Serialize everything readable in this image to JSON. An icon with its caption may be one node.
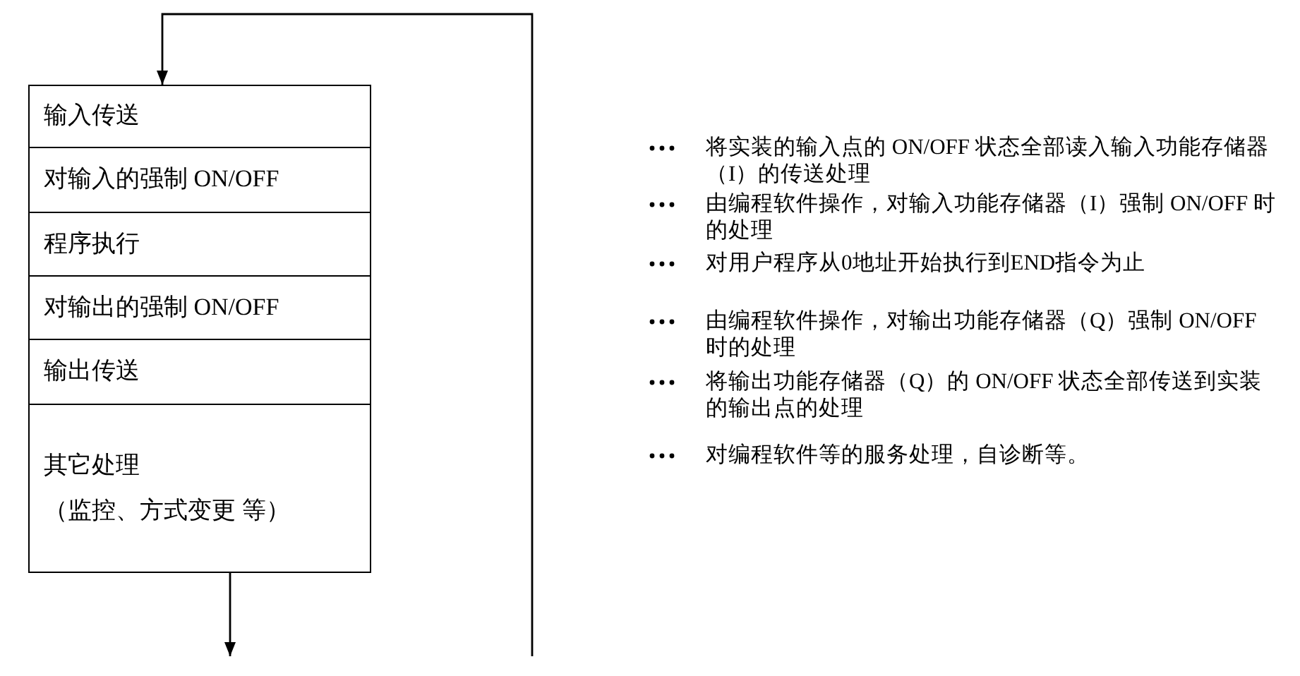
{
  "diagram": {
    "nodes": [
      {
        "text": [
          "输入传送"
        ]
      },
      {
        "text": [
          "对输入的强制 ON/OFF"
        ]
      },
      {
        "text": [
          "程序执行"
        ]
      },
      {
        "text": [
          "对输出的强制 ON/OFF"
        ]
      },
      {
        "text": [
          "输出传送"
        ]
      },
      {
        "text": [
          "其它处理",
          "（监控、方式变更 等）"
        ]
      }
    ],
    "edges": [
      {
        "from": null,
        "to": 0,
        "arrow": "to"
      },
      {
        "from": 5,
        "to": null,
        "arrow": "to"
      }
    ],
    "labels": [
      "将实装的输入点的 ON/OFF 状态全部读入输入功能存储器（I）的传送处理",
      "由编程软件操作，对输入功能存储器（I）强制 ON/OFF 时的处理",
      "对用户程序从0地址开始执行到END指令为止",
      "由编程软件操作，对输出功能存储器（Q）强制 ON/OFF 时的处理",
      "将输出功能存储器（Q）的 ON/OFF 状态全部传送到实装的输出点的处理",
      "对编程软件等的服务处理，自诊断等。"
    ]
  }
}
